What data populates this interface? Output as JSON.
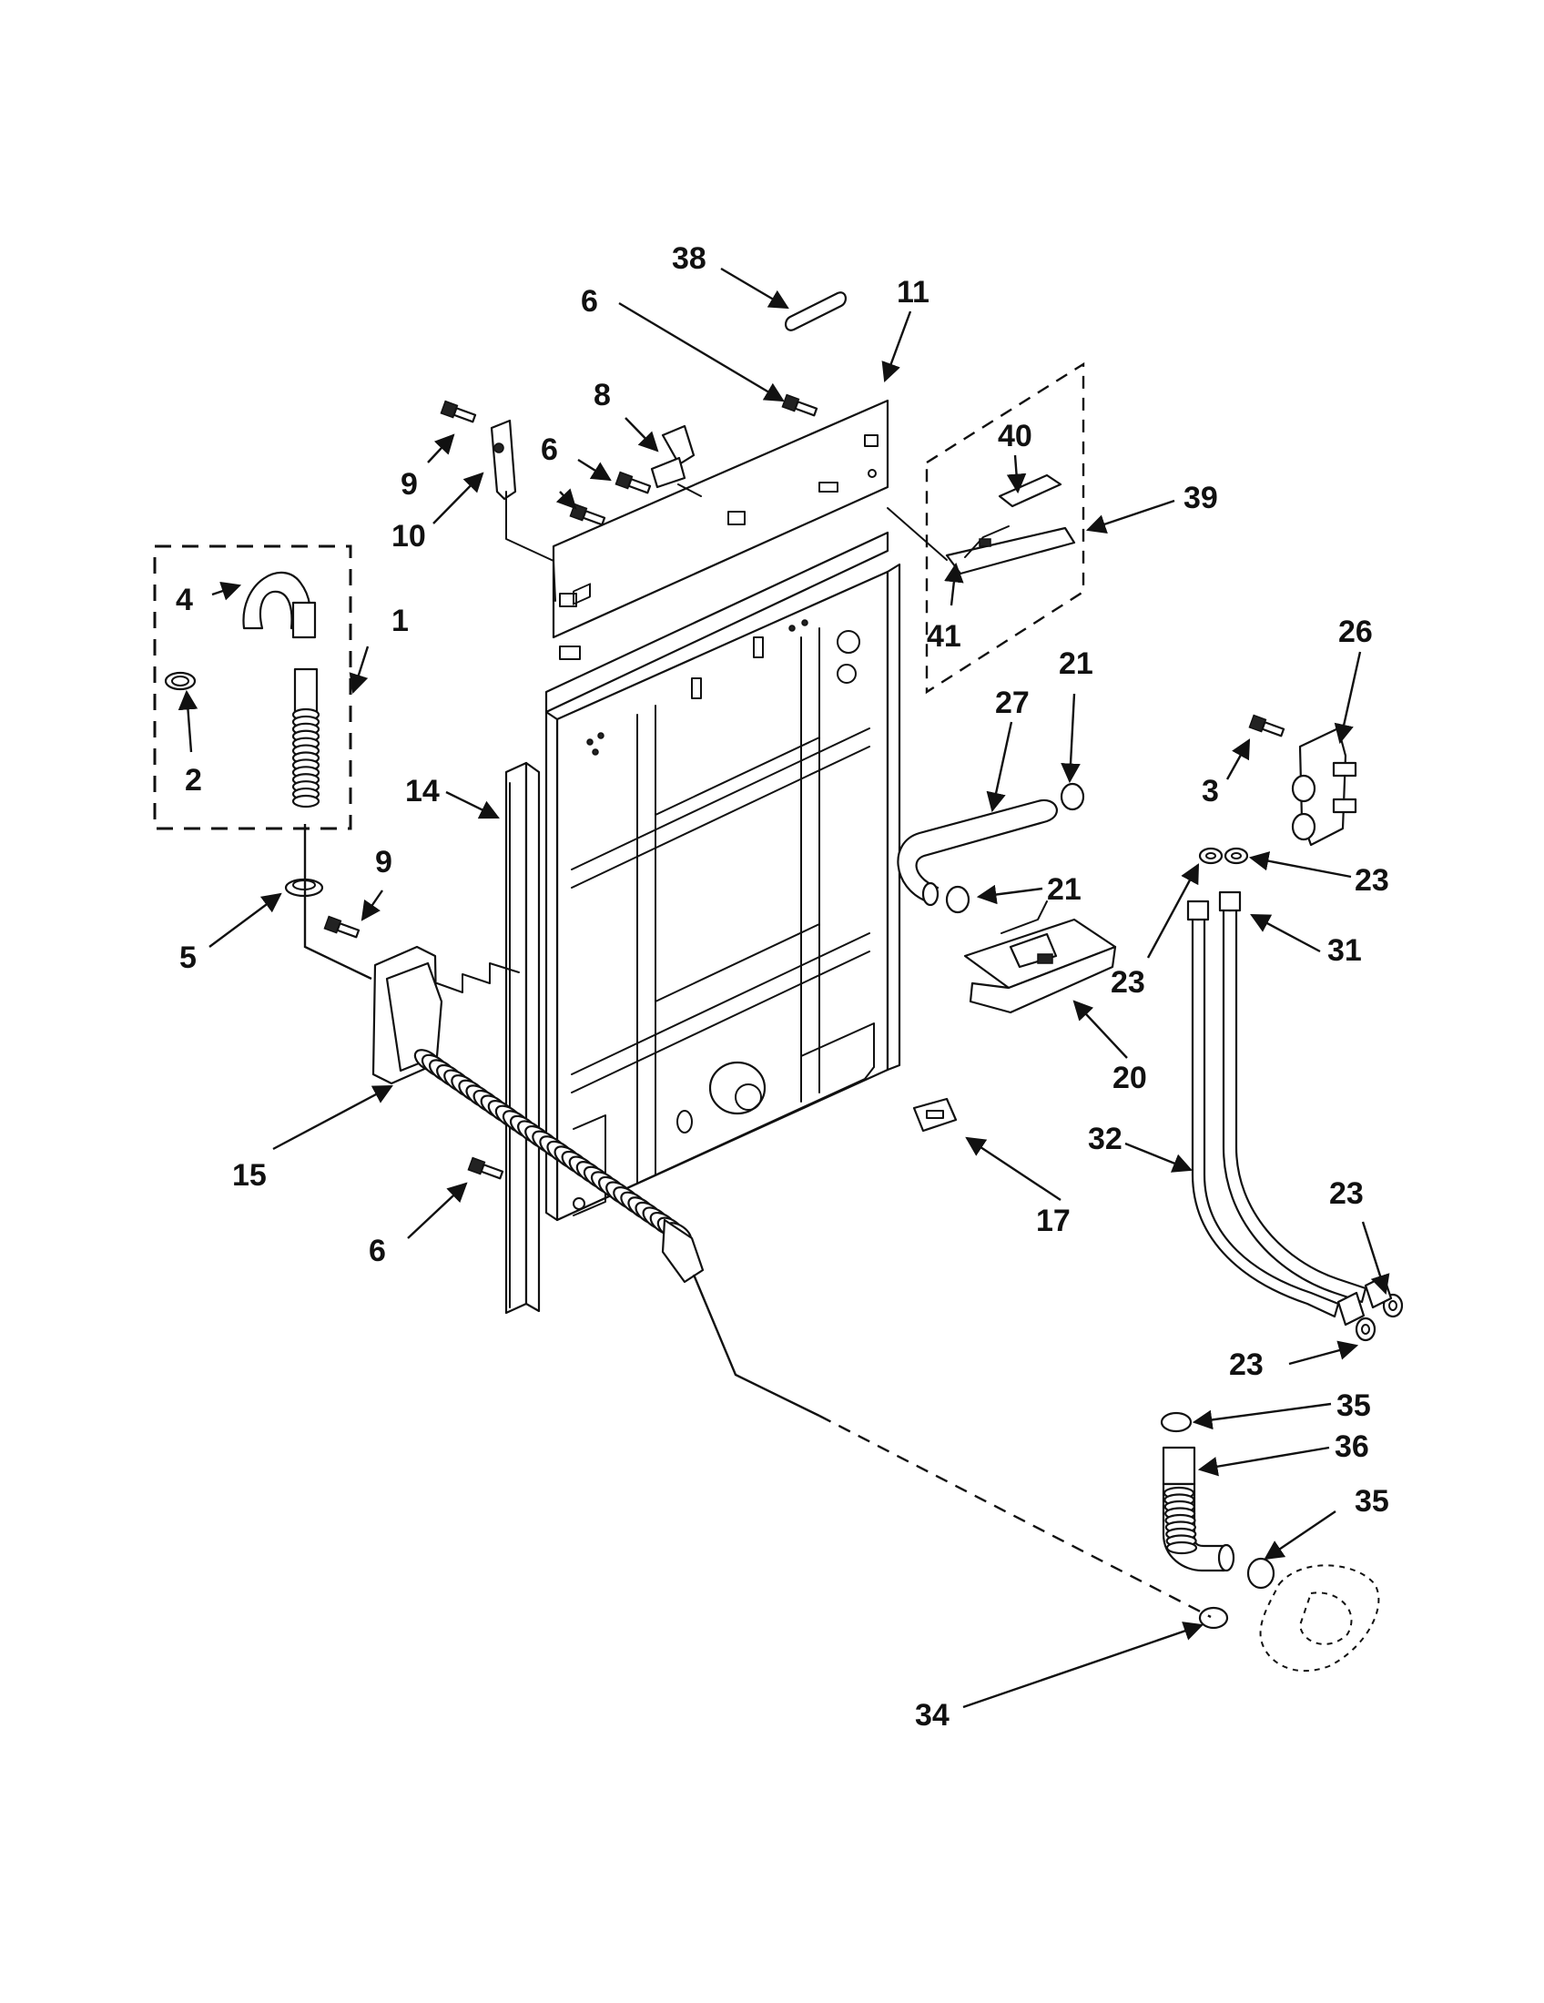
{
  "callouts": {
    "c1": "1",
    "c2": "2",
    "c3": "3",
    "c4": "4",
    "c5": "5",
    "c6a": "6",
    "c6b": "6",
    "c6c": "6",
    "c8": "8",
    "c9a": "9",
    "c9b": "9",
    "c10": "10",
    "c11": "11",
    "c14": "14",
    "c15": "15",
    "c17": "17",
    "c20": "20",
    "c21a": "21",
    "c21b": "21",
    "c23a": "23",
    "c23b": "23",
    "c23c": "23",
    "c23d": "23",
    "c26": "26",
    "c27": "27",
    "c31": "31",
    "c32": "32",
    "c34": "34",
    "c35a": "35",
    "c35b": "35",
    "c36": "36",
    "c38": "38",
    "c39": "39",
    "c40": "40",
    "c41": "41"
  }
}
